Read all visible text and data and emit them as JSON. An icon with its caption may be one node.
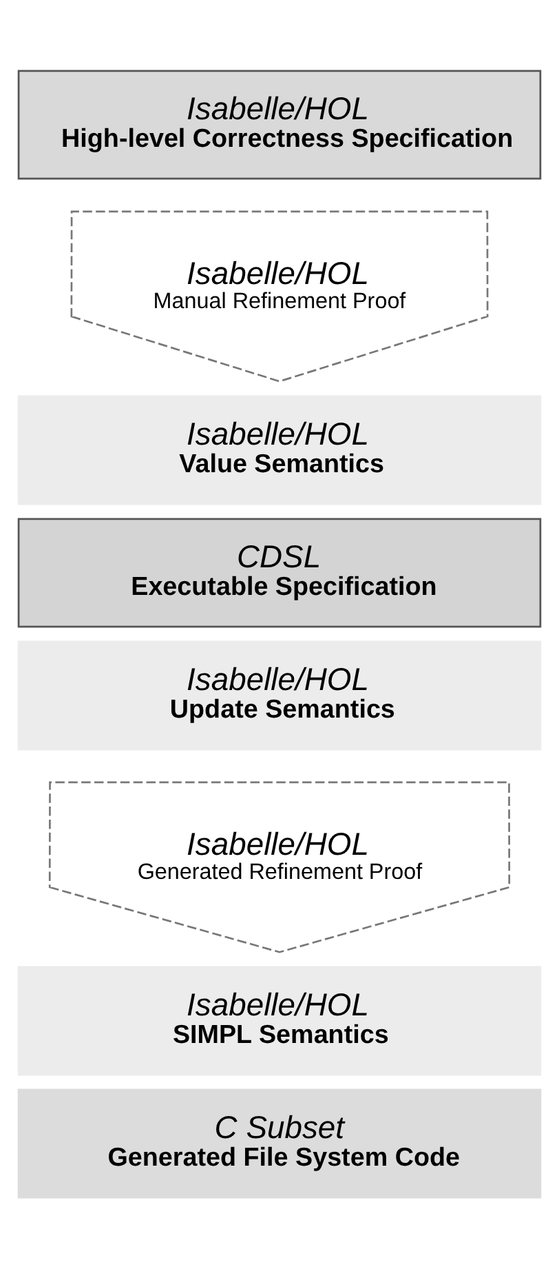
{
  "diagram": {
    "nodes": [
      {
        "text": [
          "Isabelle/HOL",
          "High-level Correctness Specification"
        ]
      },
      {
        "text": [
          "Isabelle/HOL",
          "Manual Refinement Proof"
        ]
      },
      {
        "text": [
          "Isabelle/HOL",
          "Value Semantics"
        ]
      },
      {
        "text": [
          "CDSL",
          "Executable Specification"
        ]
      },
      {
        "text": [
          "Isabelle/HOL",
          "Update Semantics"
        ]
      },
      {
        "text": [
          "Isabelle/HOL",
          "Generated Refinement Proof"
        ]
      },
      {
        "text": [
          "Isabelle/HOL",
          "SIMPL Semantics"
        ]
      },
      {
        "text": [
          "C Subset",
          "Generated File System Code"
        ]
      }
    ]
  }
}
